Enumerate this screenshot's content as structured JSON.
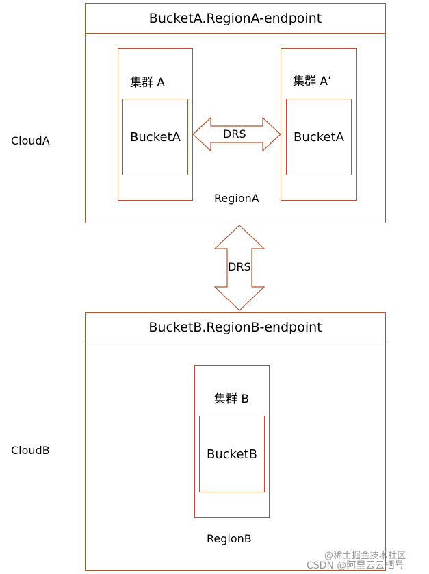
{
  "cloud_a": {
    "side_label": "CloudA",
    "header": "BucketA.RegionA-endpoint",
    "region_label": "RegionA",
    "cluster_left": {
      "title": "集群 A",
      "bucket": "BucketA"
    },
    "cluster_right": {
      "title": "集群 A’",
      "bucket": "BucketA"
    },
    "replication_label": "DRS"
  },
  "inter_cloud": {
    "replication_label": "DRS"
  },
  "cloud_b": {
    "side_label": "CloudB",
    "header": "BucketB.RegionB-endpoint",
    "region_label": "RegionB",
    "cluster": {
      "title": "集群 B",
      "bucket": "BucketB"
    }
  },
  "watermark": {
    "line1": "@稀土掘金技术社区",
    "line2": "CSDN @阿里云云栖号"
  },
  "colors": {
    "border": "#b5542f",
    "text": "#000000",
    "watermark": "#999999"
  }
}
